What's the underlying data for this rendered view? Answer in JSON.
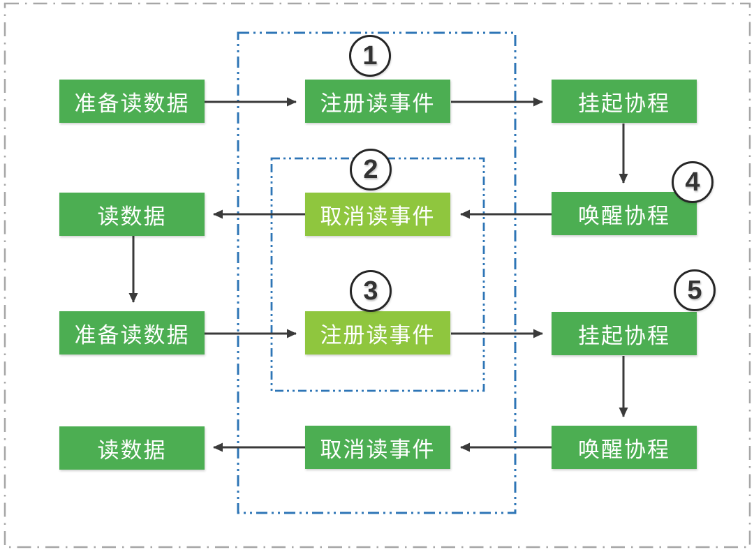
{
  "colors": {
    "green_dark": "#4cae52",
    "green_light": "#8fc63e",
    "blue_dash": "#2e75b6",
    "gray_border": "#a6a6a6",
    "arrow": "#3a3a3a"
  },
  "boxes": {
    "l1": "准备读数据",
    "c1": "注册读事件",
    "r1": "挂起协程",
    "l2": "读数据",
    "c2": "取消读事件",
    "r2": "唤醒协程",
    "l3": "准备读数据",
    "c3": "注册读事件",
    "r3": "挂起协程",
    "l4": "读数据",
    "c4": "取消读事件",
    "r4": "唤醒协程"
  },
  "circles": {
    "s1": "1",
    "s2": "2",
    "s3": "3",
    "s4": "4",
    "s5": "5"
  }
}
